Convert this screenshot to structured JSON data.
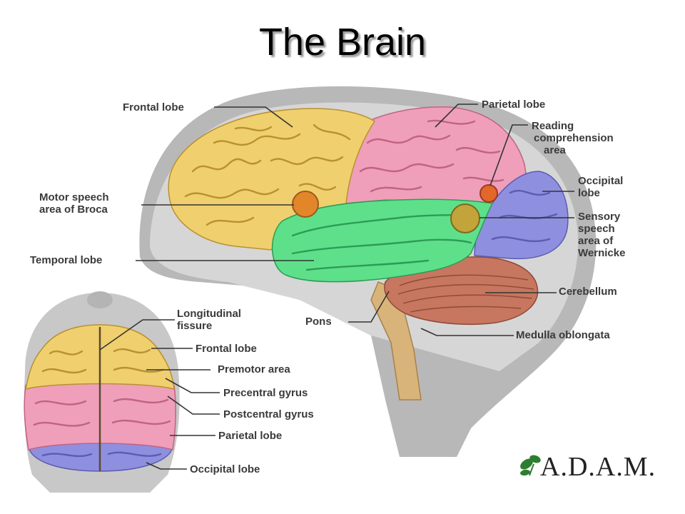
{
  "title": "The Brain",
  "lateral_view": {
    "labels": {
      "frontal_lobe": "Frontal lobe",
      "parietal_lobe": "Parietal lobe",
      "reading_line1": "Reading",
      "reading_line2": "comprehension",
      "reading_line3": "area",
      "occipital_line1": "Occipital",
      "occipital_line2": "lobe",
      "broca_line1": "Motor speech",
      "broca_line2": "area of Broca",
      "sensory_line1": "Sensory",
      "sensory_line2": "speech",
      "sensory_line3": "area of",
      "sensory_line4": "Wernicke",
      "temporal_lobe": "Temporal lobe",
      "cerebellum": "Cerebellum",
      "pons": "Pons",
      "medulla": "Medulla oblongata"
    }
  },
  "top_view": {
    "labels": {
      "longitudinal_line1": "Longitudinal",
      "longitudinal_line2": "fissure",
      "frontal_lobe": "Frontal lobe",
      "premotor_area": "Premotor area",
      "precentral_gyrus": "Precentral gyrus",
      "postcentral_gyrus": "Postcentral gyrus",
      "parietal_lobe": "Parietal lobe",
      "occipital_lobe": "Occipital lobe"
    }
  },
  "logo": {
    "text": "A.D.A.M."
  },
  "colors": {
    "frontal": "#f0cf6e",
    "parietal": "#ef9fba",
    "temporal": "#5ee08a",
    "occipital": "#8f8fe0",
    "cerebellum": "#c7765f",
    "stem": "#d9b47a",
    "marker": "#e3862a",
    "head": "#a8a8a8"
  }
}
